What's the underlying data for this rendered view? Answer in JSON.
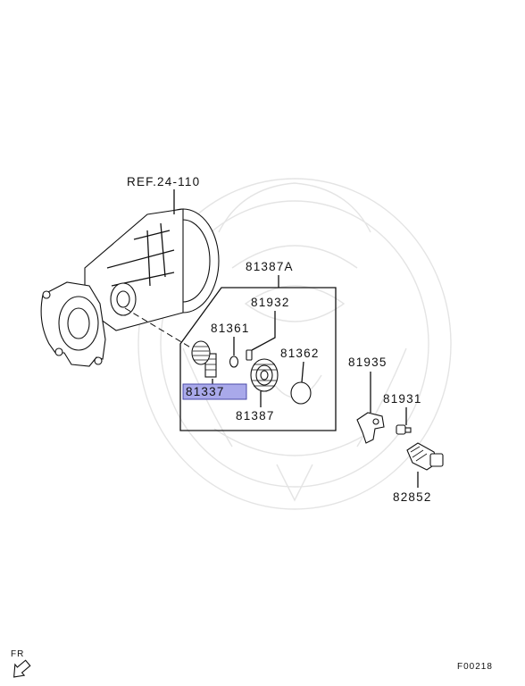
{
  "labels": {
    "ref": "REF.24-110",
    "kit": "81387A",
    "pin": "81932",
    "ring": "81361",
    "oring": "81362",
    "gear": "81337",
    "sleeve": "81387",
    "bracket": "81935",
    "bolt": "81931",
    "sensor": "82852"
  },
  "highlighted_part": "81337",
  "direction": {
    "text": "FR"
  },
  "figure_code": "F00218",
  "colors": {
    "highlight_fill": "#a9a9ea",
    "highlight_border": "#4a4aa8",
    "line": "#111111",
    "watermark": "#e4e4e4"
  }
}
